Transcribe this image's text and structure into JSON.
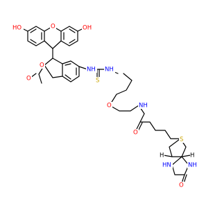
{
  "molecule": {
    "labels": {
      "ho_left": "HO",
      "oh_right": "OH",
      "o_xanthene": "O",
      "o_lactone": "O",
      "o_carbonyl_lactone": "O",
      "nh_thiourea_1": "NH",
      "nh_thiourea_2": "NH",
      "s_thiocarbonyl": "S",
      "o_ether": "O",
      "nh_amide": "NH",
      "o_amide": "O",
      "s_thiophane": "S",
      "nh_biotin_1": "NH",
      "nh_biotin_2": "HN",
      "h_top": "H",
      "h_bottom": "H",
      "o_urea": "O"
    },
    "colors": {
      "oxygen": "#FF0000",
      "nitrogen": "#0000FF",
      "sulfur": "#C9A400",
      "bond": "#000000"
    }
  }
}
